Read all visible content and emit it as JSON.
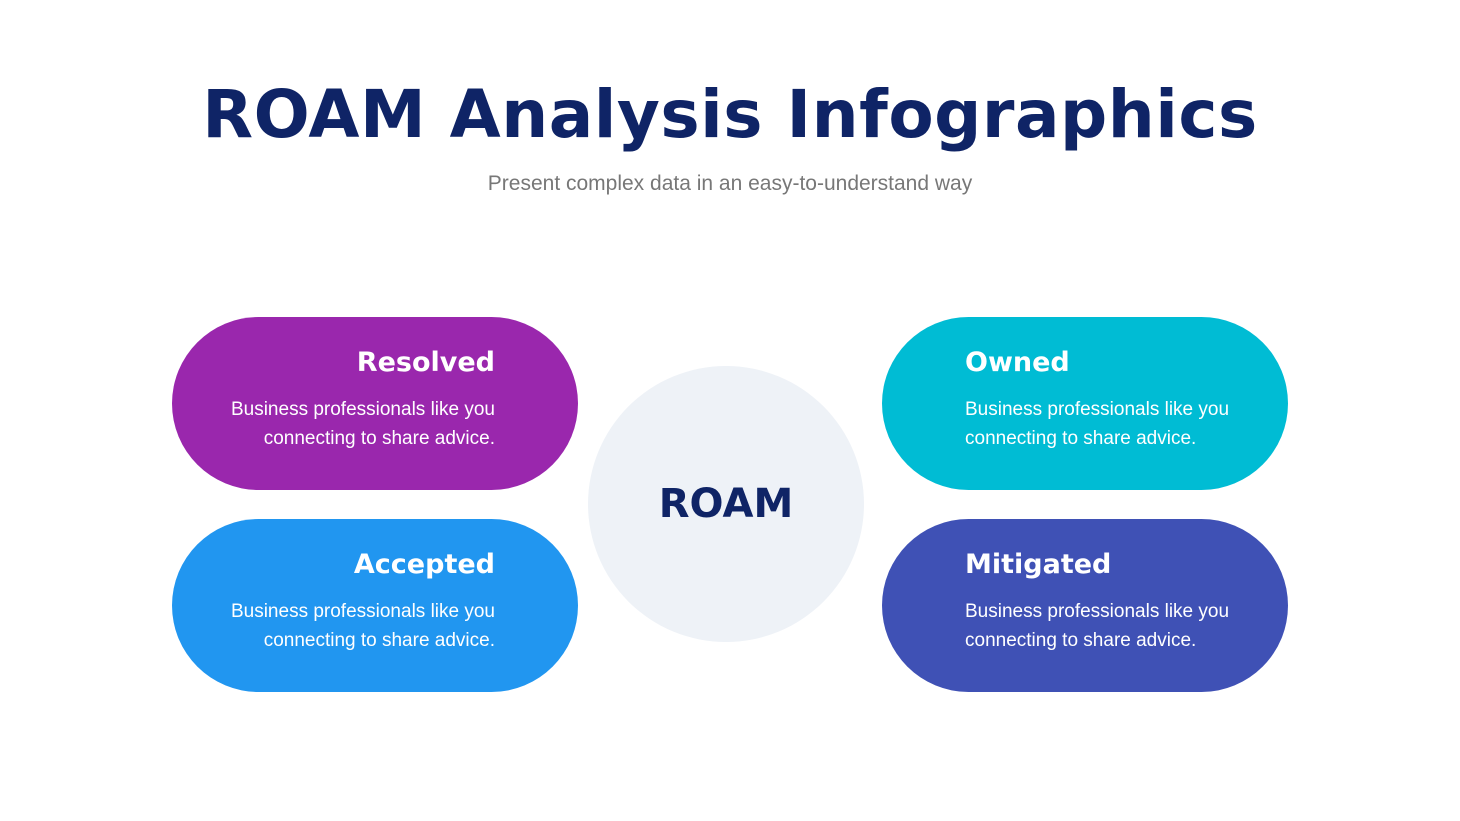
{
  "header": {
    "title": "ROAM Analysis Infographics",
    "subtitle": "Present complex data in an easy-to-understand way"
  },
  "center": {
    "label": "ROAM",
    "color": "#eef2f7"
  },
  "items": [
    {
      "heading": "Resolved",
      "line1": "Business professionals like you",
      "line2": "connecting to share advice.",
      "color": "#9a27ad"
    },
    {
      "heading": "Accepted",
      "line1": "Business professionals like you",
      "line2": "connecting to share advice.",
      "color": "#2196f0"
    },
    {
      "heading": "Owned",
      "line1": "Business professionals like you",
      "line2": "connecting to share advice.",
      "color": "#00bcd4"
    },
    {
      "heading": "Mitigated",
      "line1": "Business professionals like you",
      "line2": "connecting to share advice.",
      "color": "#3f51b5"
    }
  ],
  "colors": {
    "title": "#0f2466",
    "subtitle": "#777777"
  }
}
